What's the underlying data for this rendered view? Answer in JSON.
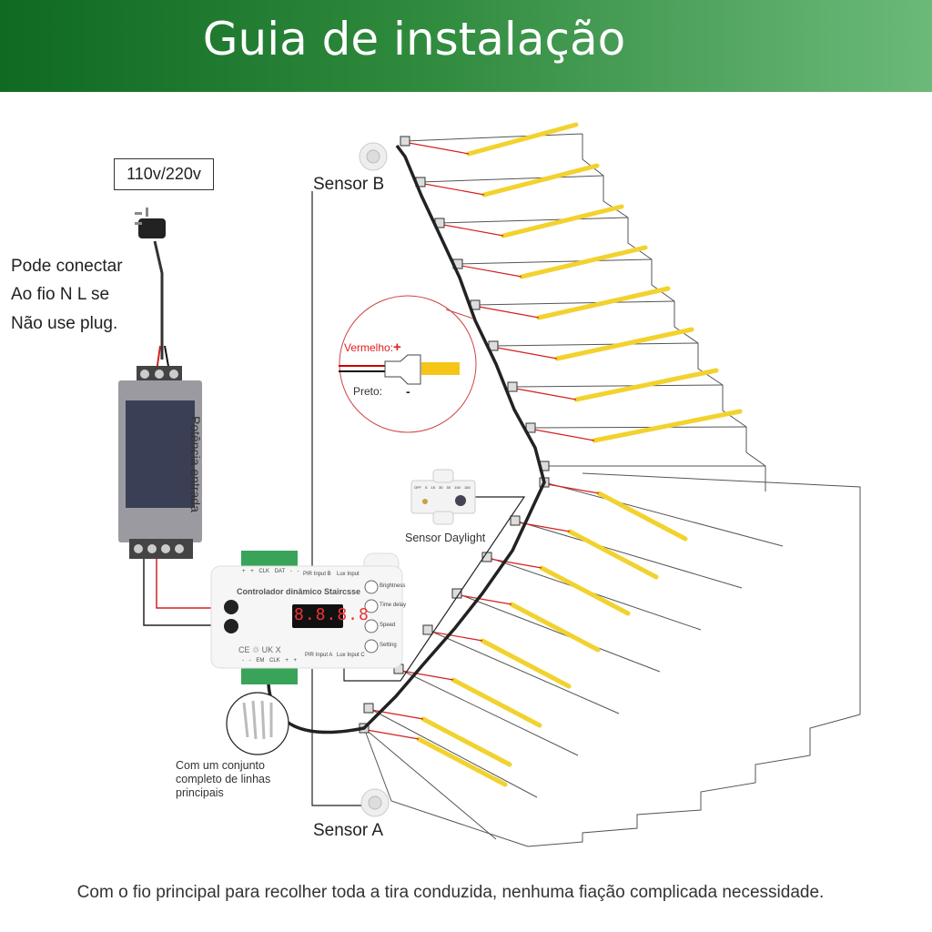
{
  "header": {
    "title": "Guia de instalação"
  },
  "power": {
    "voltage_label": "110v/220v",
    "note_lines": [
      "Pode conectar",
      "Ao fio N L se",
      "Não use plug."
    ],
    "supply_label": "Potência entrada"
  },
  "sensors": {
    "sensor_b": "Sensor B",
    "sensor_a": "Sensor A",
    "daylight": "Sensor Daylight",
    "daylight_scale": [
      "OFF",
      "5",
      "15",
      "30",
      "50",
      "100",
      "150"
    ]
  },
  "controller": {
    "title": "Controlador dinâmico Staircsse",
    "display": "8.8.8.8",
    "top_terminals": [
      "+",
      "+",
      "CLK",
      "DAT",
      "-",
      "-"
    ],
    "bottom_terminals": [
      "-",
      "-",
      "EM",
      "CLK",
      "+",
      "+"
    ],
    "pir_input_b": "PIR Input B",
    "lux_input": "Lux Input",
    "pir_input_a": "PIR Input A",
    "lux_input_c": "Lux Input C",
    "buttons": [
      "Brightness",
      "Time delay",
      "Speed",
      "Setting"
    ],
    "certifications": "CE  ♲  UK  X"
  },
  "wire_detail": {
    "red_label": "Vermelho:",
    "red_sign": "+",
    "black_label": "Preto:",
    "black_sign": "-"
  },
  "cable_set": {
    "lines": [
      "Com um conjunto",
      "completo de linhas",
      "principais"
    ]
  },
  "footer": {
    "caption": "Com o fio principal para recolher toda a tira conduzida, nenhuma fiação complicada necessidade."
  },
  "colors": {
    "banner_dark": "#0f6a22",
    "banner_light": "#6cb97a",
    "strip": "#f2d22e",
    "wire_red": "#d42020"
  }
}
